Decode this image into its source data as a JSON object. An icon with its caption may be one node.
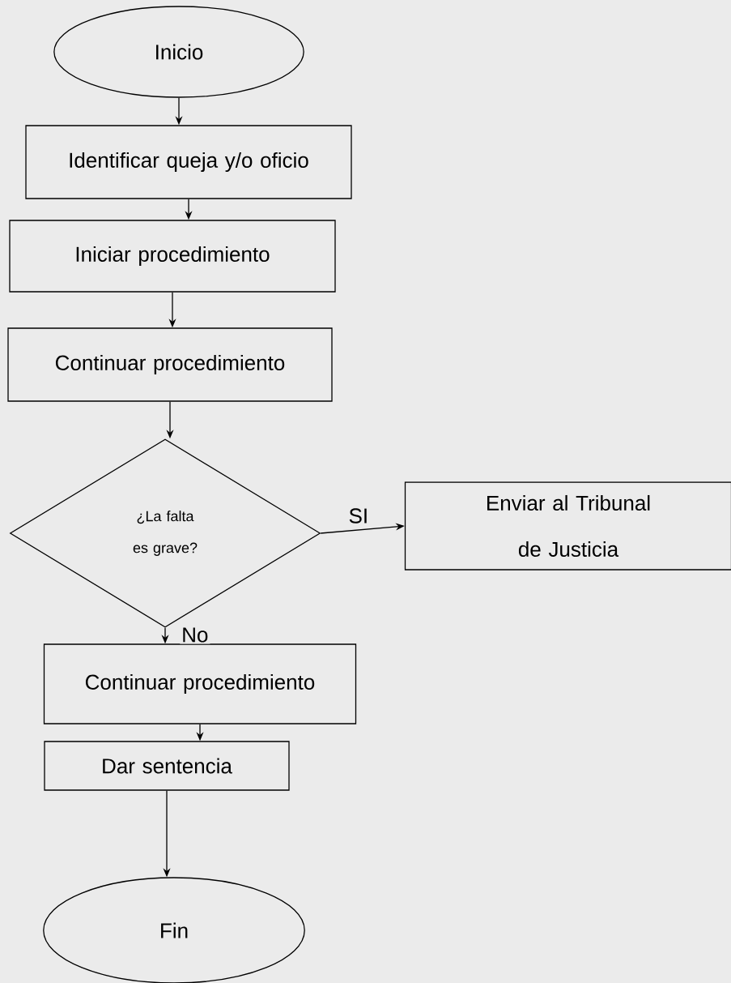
{
  "diagram": {
    "nodes": [
      {
        "text": [
          "Inicio"
        ]
      },
      {
        "text": [
          "Identificar queja y/o oficio"
        ]
      },
      {
        "text": [
          "Iniciar procedimiento"
        ]
      },
      {
        "text": [
          "Continuar procedimiento"
        ]
      },
      {
        "text": [
          "¿La falta es grave?"
        ]
      },
      {
        "text": [
          "Enviar al Tribunal de Justicia"
        ]
      },
      {
        "text": [
          "Continuar procedimiento"
        ]
      },
      {
        "text": [
          "Dar sentencia"
        ]
      },
      {
        "text": [
          "Fin"
        ]
      }
    ],
    "edges": [
      {
        "from": 0,
        "to": 1,
        "arrow": "to"
      },
      {
        "from": 1,
        "to": 2,
        "arrow": "to"
      },
      {
        "from": 2,
        "to": 3,
        "arrow": "to"
      },
      {
        "from": 3,
        "to": 4,
        "arrow": "to"
      },
      {
        "from": 4,
        "to": 5,
        "arrow": "to",
        "label": "SI"
      },
      {
        "from": 4,
        "to": 6,
        "arrow": "to",
        "label": "No"
      },
      {
        "from": 6,
        "to": 7,
        "arrow": "to"
      },
      {
        "from": 7,
        "to": 8,
        "arrow": "to"
      }
    ]
  }
}
